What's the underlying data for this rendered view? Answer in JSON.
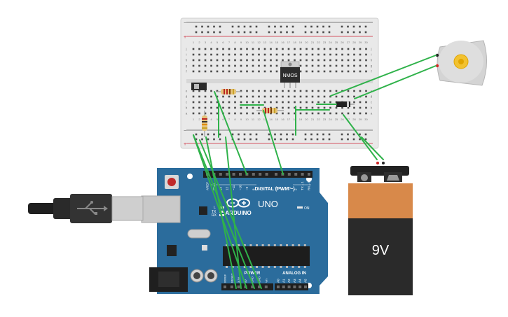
{
  "breadboard": {
    "columns": [
      "1",
      "2",
      "3",
      "4",
      "5",
      "6",
      "7",
      "8",
      "9",
      "10",
      "11",
      "12",
      "13",
      "14",
      "15",
      "16",
      "17",
      "18",
      "19",
      "20",
      "21",
      "22",
      "23",
      "24",
      "25",
      "26",
      "27",
      "28",
      "29",
      "30"
    ],
    "rows_top": [
      "j",
      "i",
      "h",
      "g",
      "f"
    ],
    "rows_bottom": [
      "e",
      "d",
      "c",
      "b",
      "a"
    ],
    "rail_plus": "+",
    "rail_minus": "−"
  },
  "nmos": {
    "label": "NMOS"
  },
  "arduino": {
    "brand": "ARDUINO",
    "model": "UNO",
    "on_label": "ON",
    "digital_label": "DIGITAL (PWM ~)",
    "power_label": "POWER",
    "analog_label": "ANALOG IN",
    "tx_label": "TX",
    "rx_label": "RX",
    "l_label": "L",
    "digital_pins": [
      "AREF",
      "GND",
      "13",
      "12",
      "~11",
      "~10",
      "~9",
      "8",
      "7",
      "~6",
      "~5",
      "4",
      "~3",
      "2",
      "TX→1",
      "RX←0"
    ],
    "power_pins": [
      "IOREF",
      "RESET",
      "3.3V",
      "5V",
      "GND",
      "GND",
      "Vin"
    ],
    "analog_pins": [
      "A0",
      "A1",
      "A2",
      "A3",
      "A4",
      "A5"
    ]
  },
  "battery": {
    "label": "9V"
  },
  "colors": {
    "wire": "#2fb24a",
    "arduino": "#2b6c9c",
    "breadboard": "#e6e6e6",
    "battery_top": "#d8894a",
    "battery_bottom": "#2a2a2a"
  }
}
